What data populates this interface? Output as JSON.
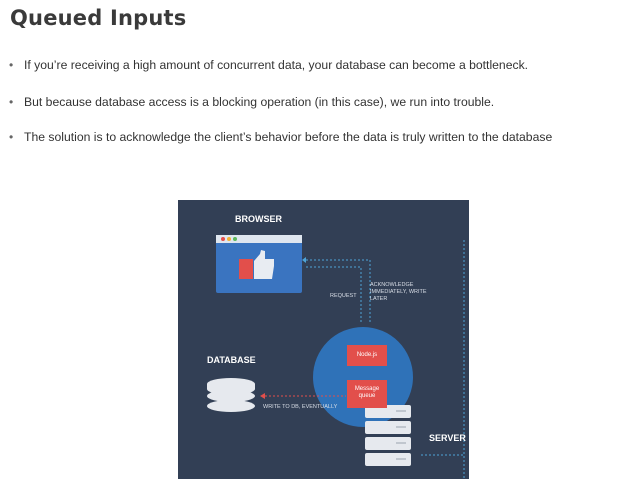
{
  "slide": {
    "title": "Queued Inputs",
    "bullets": [
      "If you’re receiving a high amount of concurrent data, your database can become a bottleneck.",
      "But because database access is a blocking operation (in this case), we run into trouble.",
      "The solution is to acknowledge the client’s behavior before the data is truly written to the database"
    ],
    "bullet_char": "•"
  },
  "diagram": {
    "browser_label": "BROWSER",
    "database_label": "DATABASE",
    "server_label": "SERVER",
    "request_label": "REQUEST",
    "ack_label_1": "ACKNOWLEDGE",
    "ack_label_2": "IMMEDIATELY, WRITE",
    "ack_label_3": "LATER",
    "nodejs_label": "Node.js",
    "queue_label_1": "Message",
    "queue_label_2": "queue",
    "write_label": "WRITE TO DB, EVENTUALLY",
    "colors": {
      "background": "#323f55",
      "circle": "#2f72b8",
      "accent_red": "#e24f4b",
      "browser_blue": "#3a74c0",
      "dotted_arrow": "#4fa3d6"
    }
  }
}
